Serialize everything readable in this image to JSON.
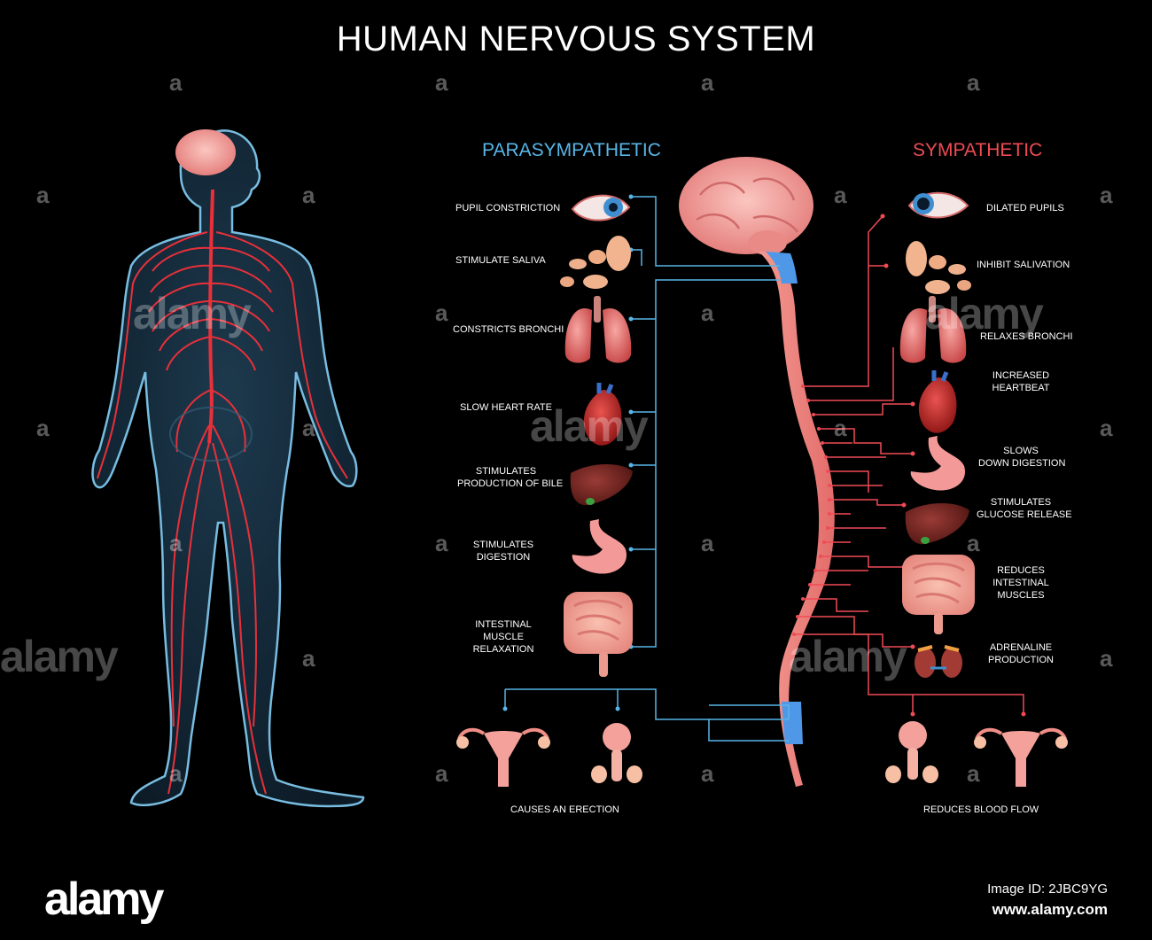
{
  "title": "HUMAN NERVOUS SYSTEM",
  "columns": {
    "parasympathetic": "PARASYMPATHETIC",
    "sympathetic": "SYMPATHETIC"
  },
  "parasympathetic_labels": {
    "pupil": "PUPIL CONSTRICTION",
    "saliva": "STIMULATE SALIVA",
    "bronchi": "CONSTRICTS BRONCHI",
    "heart": "SLOW HEART RATE",
    "bile_1": "STIMULATES",
    "bile_2": "PRODUCTION OF BILE",
    "digestion_1": "STIMULATES",
    "digestion_2": "DIGESTION",
    "intestinal_1": "INTESTINAL",
    "intestinal_2": "MUSCLE",
    "intestinal_3": "RELAXATION",
    "erection": "CAUSES AN ERECTION"
  },
  "sympathetic_labels": {
    "pupils": "DILATED PUPILS",
    "salivation": "INHIBIT SALIVATION",
    "bronchi": "RELAXES BRONCHI",
    "heartbeat_1": "INCREASED",
    "heartbeat_2": "HEARTBEAT",
    "digestion_1": "SLOWS",
    "digestion_2": "DOWN DIGESTION",
    "glucose_1": "STIMULATES",
    "glucose_2": "GLUCOSE RELEASE",
    "intestinal_1": "REDUCES",
    "intestinal_2": "INTESTINAL",
    "intestinal_3": "MUSCLES",
    "adrenaline_1": "ADRENALINE",
    "adrenaline_2": "PRODUCTION",
    "blood_flow": "REDUCES BLOOD FLOW"
  },
  "watermark": {
    "brand": "alamy",
    "corner": "a"
  },
  "footer": {
    "logo": "alamy",
    "image_id": "Image ID: 2JBC9YG",
    "site": "www.alamy.com"
  },
  "colors": {
    "parasympathetic": "#58b6e8",
    "sympathetic": "#ef4b55",
    "nerve": "#e8303a",
    "spine": "#f08a8a",
    "brain": "#f4a0a0",
    "body_outline": "#7fc8ee"
  }
}
